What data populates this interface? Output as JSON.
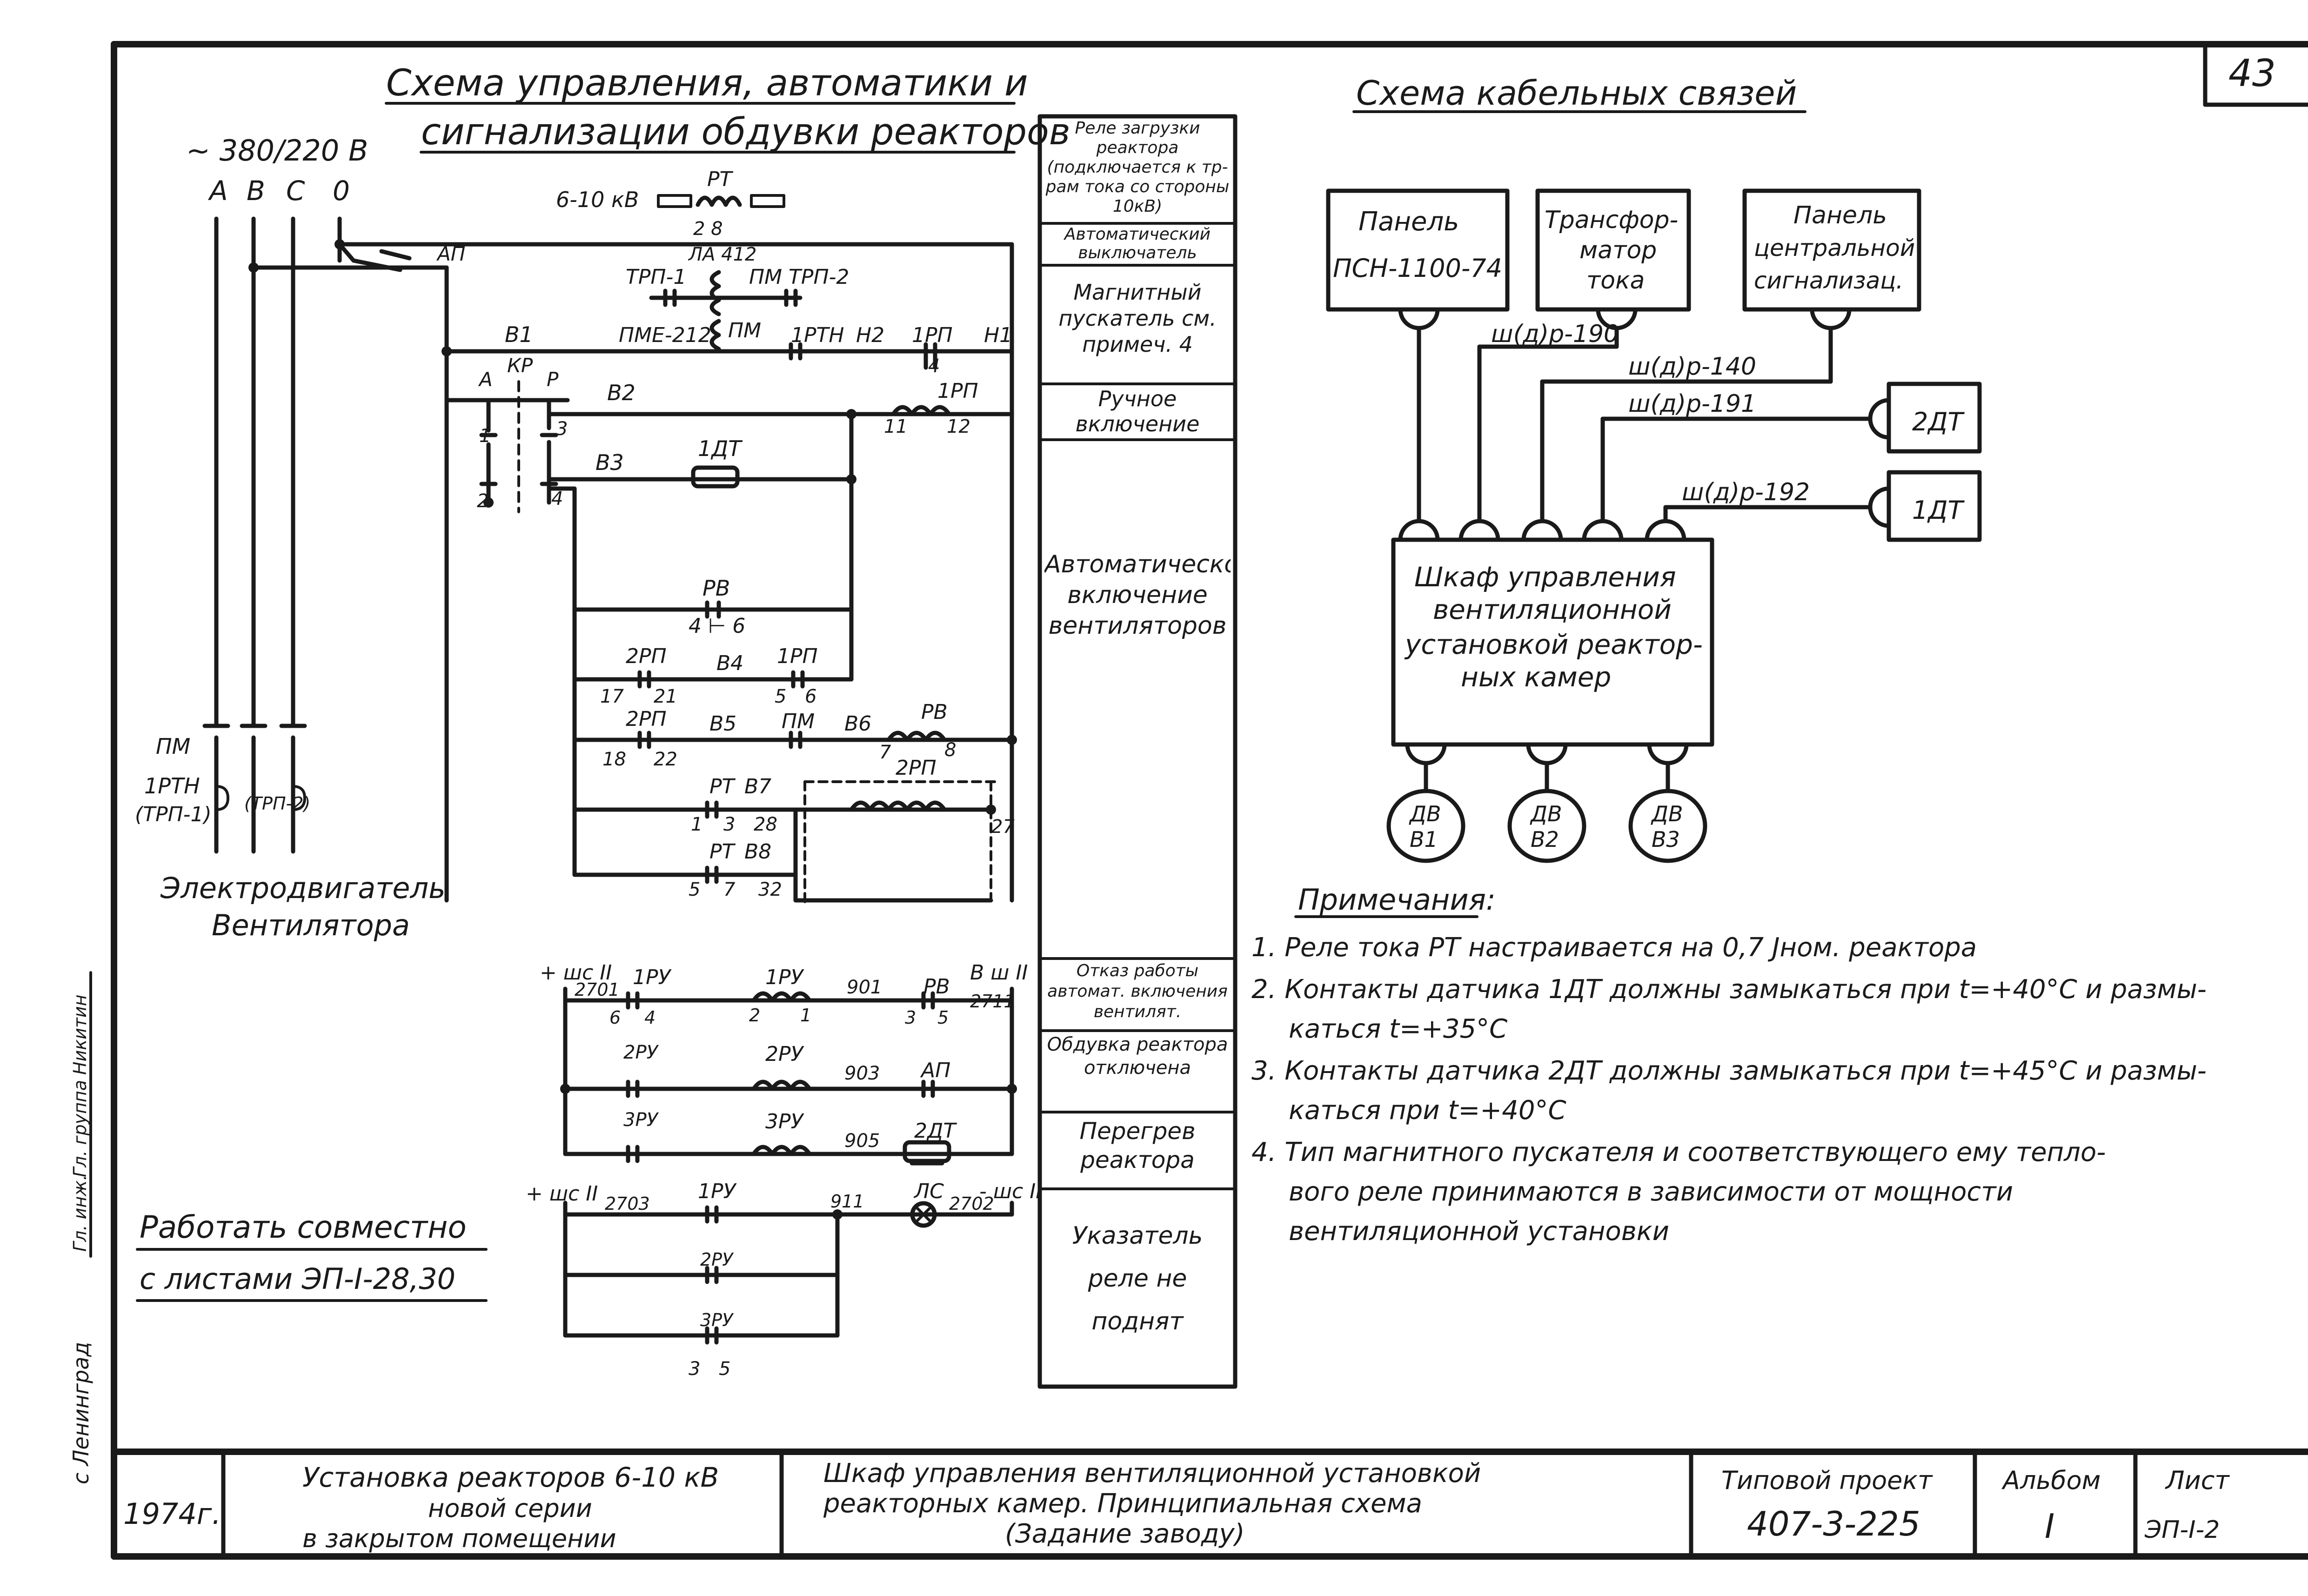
{
  "sheet_number": "43",
  "left_margin": {
    "organization": "с Ленинград",
    "signatures": [
      "Гл. инж.",
      "Гл. группа",
      "Никитин"
    ]
  },
  "control_scheme": {
    "title_line1": "Схема управления, автоматики и",
    "title_line2": "сигнализации обдувки реакторов",
    "supply": "~ 380/220 В",
    "phases": [
      "А",
      "В",
      "С",
      "0"
    ],
    "motor_label_line1": "Электродвигатель",
    "motor_label_line2": "Вентилятора",
    "motor_contacts": [
      "ПМ",
      "1РТН",
      "(ТРП-1)",
      "(ТРП-2)"
    ],
    "work_with_line1": "Работать совместно",
    "work_with_line2": "с листами ЭП-I-28,30",
    "labels": {
      "kv": "6-10 кВ",
      "rt": "РТ",
      "rt_pins": "2 8",
      "ap": "АП",
      "la412": "ЛА 412",
      "trp1": "ТРП-1",
      "pm_trp2": "ПМ ТРП-2",
      "v1": "В1",
      "pme212": "ПМЕ-212",
      "pm": "ПМ",
      "1rtn": "1РТН",
      "n2": "Н2",
      "1rp": "1РП",
      "n1": "Н1",
      "a": "А",
      "kr": "КР",
      "r": "Р",
      "v2": "В2",
      "p3": "3",
      "p4": "4",
      "1rp_coil": "1РП",
      "p1": "1",
      "p11": "11",
      "p12": "12",
      "v3": "В3",
      "1dt": "1ДТ",
      "p2": "2",
      "p4b": "4",
      "rv": "РВ",
      "rv_pins": "4 ⊢ 6",
      "2rp_a": "2РП",
      "v4": "В4",
      "1rp_b": "1РП",
      "p17": "17",
      "p21": "21",
      "p5": "5",
      "p6": "6",
      "2rp_b": "2РП",
      "v5": "В5",
      "pm_b": "ПМ",
      "v6": "В6",
      "rv_b": "РВ",
      "p18": "18",
      "p22": "22",
      "p7": "7",
      "2rp_c": "2РП",
      "p8": "8",
      "rt_b": "РТ",
      "v7": "В7",
      "p1b": "1",
      "p3b": "3",
      "p28": "28",
      "p27": "27",
      "rt_c": "РТ",
      "v8": "В8",
      "p5b": "5",
      "p7b": "7",
      "p32": "32",
      "shc1": "+ шс II",
      "1ru": "1РУ",
      "1ru_coil": "1РУ",
      "w901": "901",
      "rv_c": "РВ",
      "vsh": "В ш II",
      "w2701": "2701",
      "p4c": "4",
      "p6c": "6",
      "c21": "2",
      "c11": "1",
      "p3c": "3",
      "p5c": "5",
      "w2711": "2711",
      "2ru": "2РУ",
      "2ru_coil": "2РУ",
      "w903": "903",
      "ap_b": "АП",
      "3ru": "3РУ",
      "3ru_coil": "3РУ",
      "w905": "905",
      "2dt": "2ДТ",
      "shc2": "+ шс II",
      "1ru_b": "1РУ",
      "w2703": "2703",
      "w911": "911",
      "ls": "ЛС",
      "w2702": "2702",
      "shc3": "- шс II",
      "2ru_b": "2РУ",
      "3ru_b": "3РУ",
      "pin3": "3",
      "pin5": "5"
    }
  },
  "legend_column": [
    "Реле загрузки реактора (подключается к тр-рам тока со стороны 10кВ)",
    "Автоматический выключатель",
    "Магнитный пускатель см. примеч. 4",
    "Ручное включение",
    "Автоматическое включение вентиляторов",
    "Отказ работы автомат. включения вентилят.",
    "Обдувка реактора отключена",
    "Перегрев реактора",
    "Указатель реле не поднят"
  ],
  "cable_scheme": {
    "title": "Схема кабельных связей",
    "panel1_line1": "Панель",
    "panel1_line2": "ПСН-1100-74",
    "transformer_line1": "Трансфор-",
    "transformer_line2": "матор",
    "transformer_line3": "тока",
    "panel2_line1": "Панель",
    "panel2_line2": "центральной",
    "panel2_line3": "сигнализац.",
    "cable1": "ш(д)р-190",
    "cable2": "ш(д)р-140",
    "cable3": "ш(д)р-191",
    "cable4": "ш(д)р-192",
    "sensor1": "2ДТ",
    "sensor2": "1ДТ",
    "cabinet_line1": "Шкаф управления",
    "cabinet_line2": "вентиляционной",
    "cabinet_line3": "установкой реактор-",
    "cabinet_line4": "ных камер",
    "motors": [
      [
        "ДВ",
        "В1"
      ],
      [
        "ДВ",
        "В2"
      ],
      [
        "ДВ",
        "В3"
      ]
    ]
  },
  "notes": {
    "title": "Примечания:",
    "lines": [
      "1. Реле тока РТ настраивается на 0,7 Jном. реактора",
      "2. Контакты датчика 1ДТ должны замыкаться при t=+40°С и размы-",
      "каться t=+35°С",
      "3. Контакты датчика 2ДТ должны замыкаться при t=+45°С и размы-",
      "каться при t=+40°С",
      "4. Тип магнитного пускателя и соответствующего ему тепло-",
      "вого реле принимаются в зависимости от мощности",
      "вентиляционной установки"
    ]
  },
  "title_block": {
    "year": "1974г.",
    "project_line1": "Установка реакторов 6-10 кВ",
    "project_line2": "новой серии",
    "project_line3": "в закрытом помещении",
    "drawing_line1": "Шкаф управления вентиляционной установкой",
    "drawing_line2": "реакторных камер. Принципиальная схема",
    "drawing_line3": "(Задание заводу)",
    "typical_project_label": "Типовой проект",
    "typical_project_number": "407-3-225",
    "album_label": "Альбом",
    "album_number": "I",
    "sheet_label": "Лист",
    "sheet_code": "ЭП-I-2"
  }
}
